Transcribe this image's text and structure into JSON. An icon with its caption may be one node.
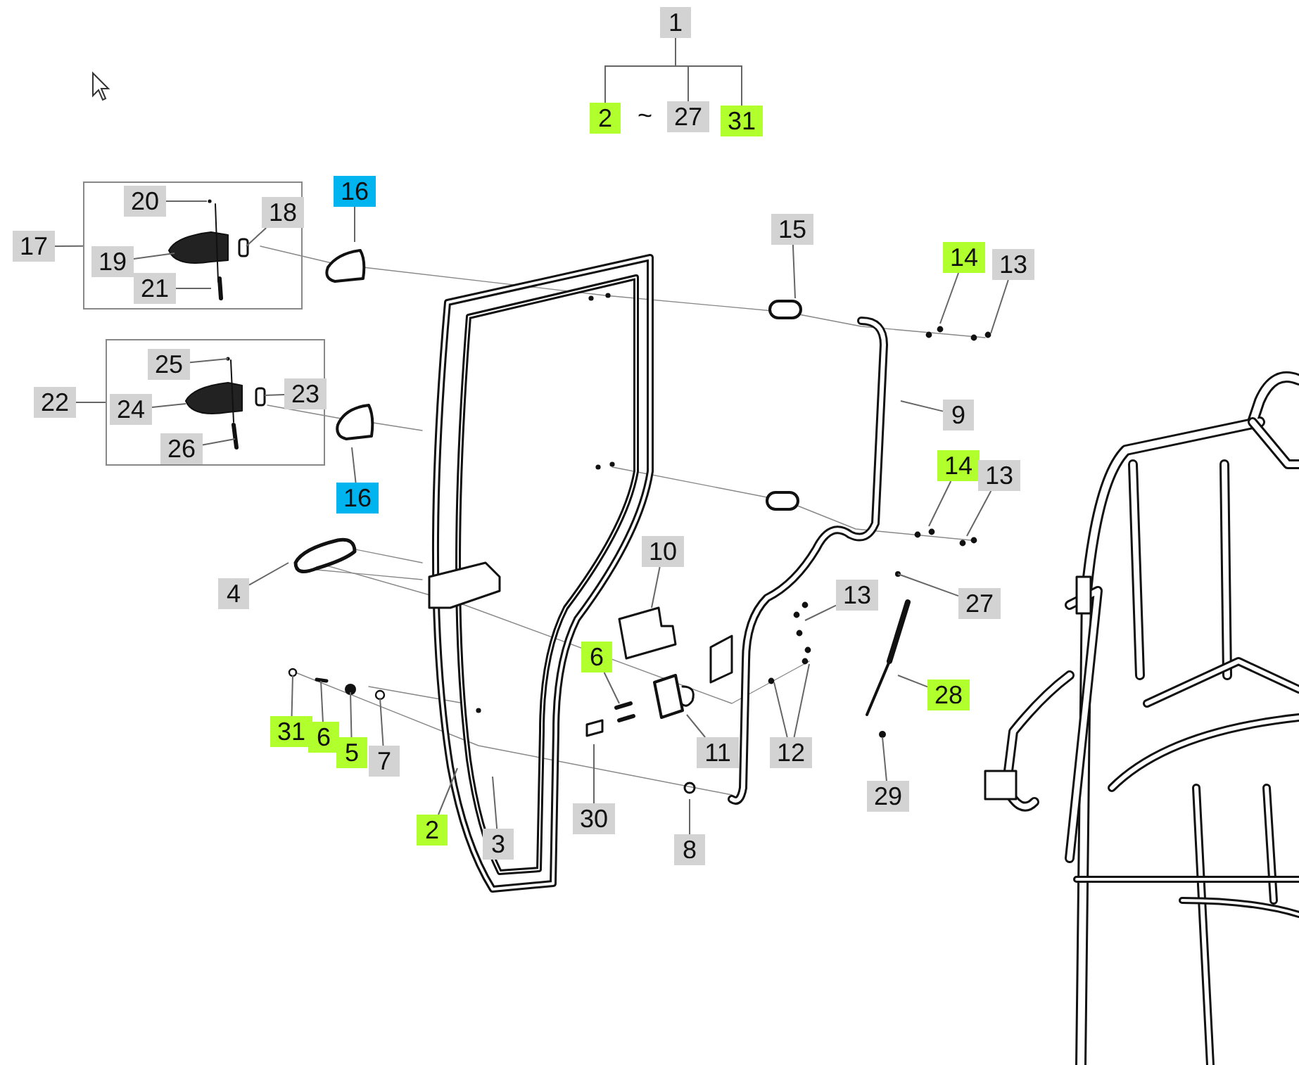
{
  "diagram": {
    "nodes": [
      {
        "text": [
          "1"
        ]
      },
      {
        "text": [
          "2"
        ]
      },
      {
        "text": [
          "27"
        ]
      },
      {
        "text": [
          "31"
        ]
      },
      {
        "text": [],
        "shape": "box"
      },
      {
        "text": [
          "17"
        ]
      },
      {
        "text": [
          "20"
        ],
        "in": 4
      },
      {
        "text": [
          "18"
        ],
        "in": 4
      },
      {
        "text": [
          "19"
        ],
        "in": 4
      },
      {
        "text": [
          "21"
        ],
        "in": 4
      },
      {
        "text": [
          "16"
        ]
      },
      {
        "text": [],
        "shape": "box"
      },
      {
        "text": [
          "22"
        ]
      },
      {
        "text": [
          "25"
        ],
        "in": 11
      },
      {
        "text": [
          "23"
        ],
        "in": 11
      },
      {
        "text": [
          "24"
        ],
        "in": 11
      },
      {
        "text": [
          "26"
        ],
        "in": 11
      },
      {
        "text": [
          "16"
        ]
      },
      {
        "text": [
          "15"
        ]
      },
      {
        "text": [
          "14"
        ]
      },
      {
        "text": [
          "13"
        ]
      },
      {
        "text": [
          "9"
        ]
      },
      {
        "text": [
          "14"
        ]
      },
      {
        "text": [
          "13"
        ]
      },
      {
        "text": [
          "4"
        ]
      },
      {
        "text": [
          "10"
        ]
      },
      {
        "text": [
          "13"
        ]
      },
      {
        "text": [
          "27"
        ]
      },
      {
        "text": [
          "6"
        ]
      },
      {
        "text": [
          "28"
        ]
      },
      {
        "text": [
          "11"
        ]
      },
      {
        "text": [
          "12"
        ]
      },
      {
        "text": [
          "31"
        ]
      },
      {
        "text": [
          "6"
        ]
      },
      {
        "text": [
          "5"
        ]
      },
      {
        "text": [
          "7"
        ]
      },
      {
        "text": [
          "2"
        ]
      },
      {
        "text": [
          "3"
        ]
      },
      {
        "text": [
          "30"
        ]
      },
      {
        "text": [
          "8"
        ]
      },
      {
        "text": [
          "29"
        ]
      }
    ],
    "edges": [
      {
        "from": 0,
        "to": 1,
        "arrow": "none"
      },
      {
        "from": 0,
        "to": 2,
        "arrow": "none"
      },
      {
        "from": 0,
        "to": 3,
        "arrow": "none"
      },
      {
        "from": 5,
        "to": 4,
        "arrow": "none"
      },
      {
        "from": 12,
        "to": 11,
        "arrow": "none"
      },
      {
        "from": 6,
        "to": null,
        "arrow": "none"
      },
      {
        "from": 7,
        "to": null,
        "arrow": "none"
      },
      {
        "from": 8,
        "to": null,
        "arrow": "none"
      },
      {
        "from": 9,
        "to": null,
        "arrow": "none"
      },
      {
        "from": 10,
        "to": null,
        "arrow": "none"
      },
      {
        "from": 13,
        "to": null,
        "arrow": "none"
      },
      {
        "from": 14,
        "to": null,
        "arrow": "none"
      },
      {
        "from": 15,
        "to": null,
        "arrow": "none"
      },
      {
        "from": 16,
        "to": null,
        "arrow": "none"
      },
      {
        "from": 17,
        "to": null,
        "arrow": "none"
      },
      {
        "from": 18,
        "to": null,
        "arrow": "none"
      },
      {
        "from": 19,
        "to": null,
        "arrow": "none"
      },
      {
        "from": 20,
        "to": null,
        "arrow": "none"
      },
      {
        "from": 21,
        "to": null,
        "arrow": "none"
      },
      {
        "from": 22,
        "to": null,
        "arrow": "none"
      },
      {
        "from": 23,
        "to": null,
        "arrow": "none"
      },
      {
        "from": 24,
        "to": null,
        "arrow": "none"
      },
      {
        "from": 25,
        "to": null,
        "arrow": "none"
      },
      {
        "from": 26,
        "to": null,
        "arrow": "none"
      },
      {
        "from": 27,
        "to": null,
        "arrow": "none"
      },
      {
        "from": 28,
        "to": null,
        "arrow": "none"
      },
      {
        "from": 29,
        "to": null,
        "arrow": "none"
      },
      {
        "from": 30,
        "to": null,
        "arrow": "none"
      },
      {
        "from": 31,
        "to": null,
        "arrow": "none"
      },
      {
        "from": 31,
        "to": null,
        "arrow": "none"
      },
      {
        "from": 32,
        "to": null,
        "arrow": "none"
      },
      {
        "from": 33,
        "to": null,
        "arrow": "none"
      },
      {
        "from": 34,
        "to": null,
        "arrow": "none"
      },
      {
        "from": 35,
        "to": null,
        "arrow": "none"
      },
      {
        "from": 36,
        "to": null,
        "arrow": "none"
      },
      {
        "from": 37,
        "to": null,
        "arrow": "none"
      },
      {
        "from": 38,
        "to": null,
        "arrow": "none"
      },
      {
        "from": 39,
        "to": null,
        "arrow": "none"
      },
      {
        "from": 40,
        "to": null,
        "arrow": "none"
      }
    ],
    "labels": [
      "~"
    ]
  }
}
